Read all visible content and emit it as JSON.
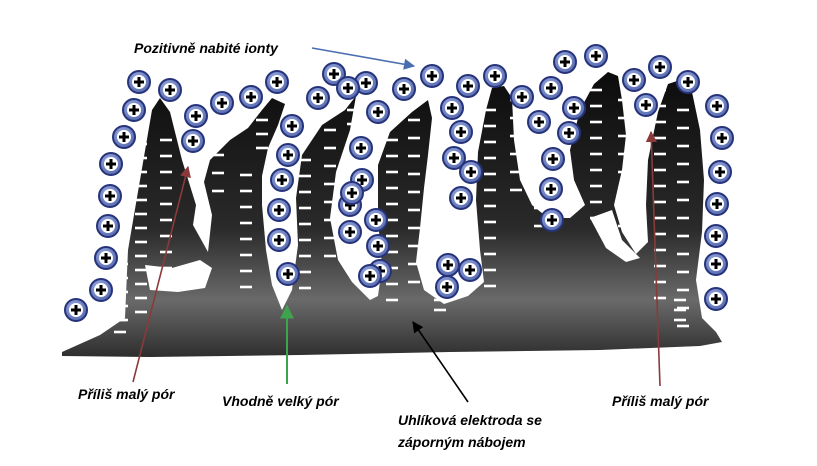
{
  "labels": {
    "positive_ions": "Pozitivně nabité ionty",
    "too_small_pore_left": "Příliš malý pór",
    "suitable_pore": "Vhodně velký pór",
    "electrode_line1": "Uhlíková elektroda se",
    "electrode_line2": "záporným nábojem",
    "too_small_pore_right": "Příliš malý pór"
  },
  "symbols": {
    "cation": "+",
    "anion": "−"
  },
  "colors": {
    "electrode_dark": "#111111",
    "electrode_mid": "#555555",
    "ion_fill": "#6b7fc0",
    "ion_border": "#26337a",
    "ion_plus": "#000000",
    "charge_mark": "#ffffff",
    "arrow_blue": "#4a6fb0",
    "arrow_red": "#8b3a3a",
    "arrow_green": "#3fa34d",
    "arrow_black": "#000000"
  }
}
